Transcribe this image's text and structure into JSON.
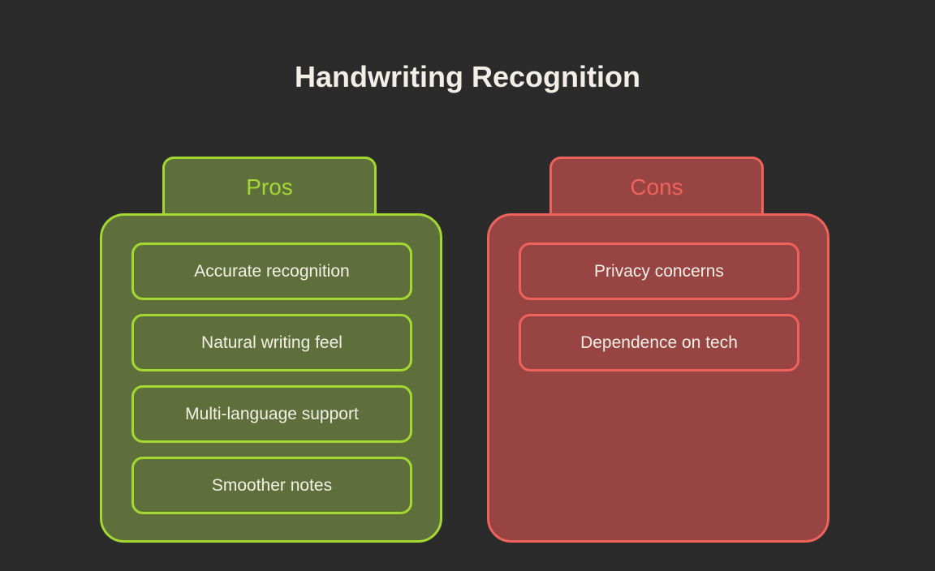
{
  "title": "Handwriting Recognition",
  "colors": {
    "background": "#2b2b2b",
    "pros_fill": "#5f6f3c",
    "pros_stroke": "#a3d833",
    "cons_fill": "#974442",
    "cons_stroke": "#f0625c"
  },
  "pros": {
    "label": "Pros",
    "items": [
      "Accurate recognition",
      "Natural writing feel",
      "Multi-language support",
      "Smoother notes"
    ]
  },
  "cons": {
    "label": "Cons",
    "items": [
      "Privacy concerns",
      "Dependence on tech"
    ]
  }
}
